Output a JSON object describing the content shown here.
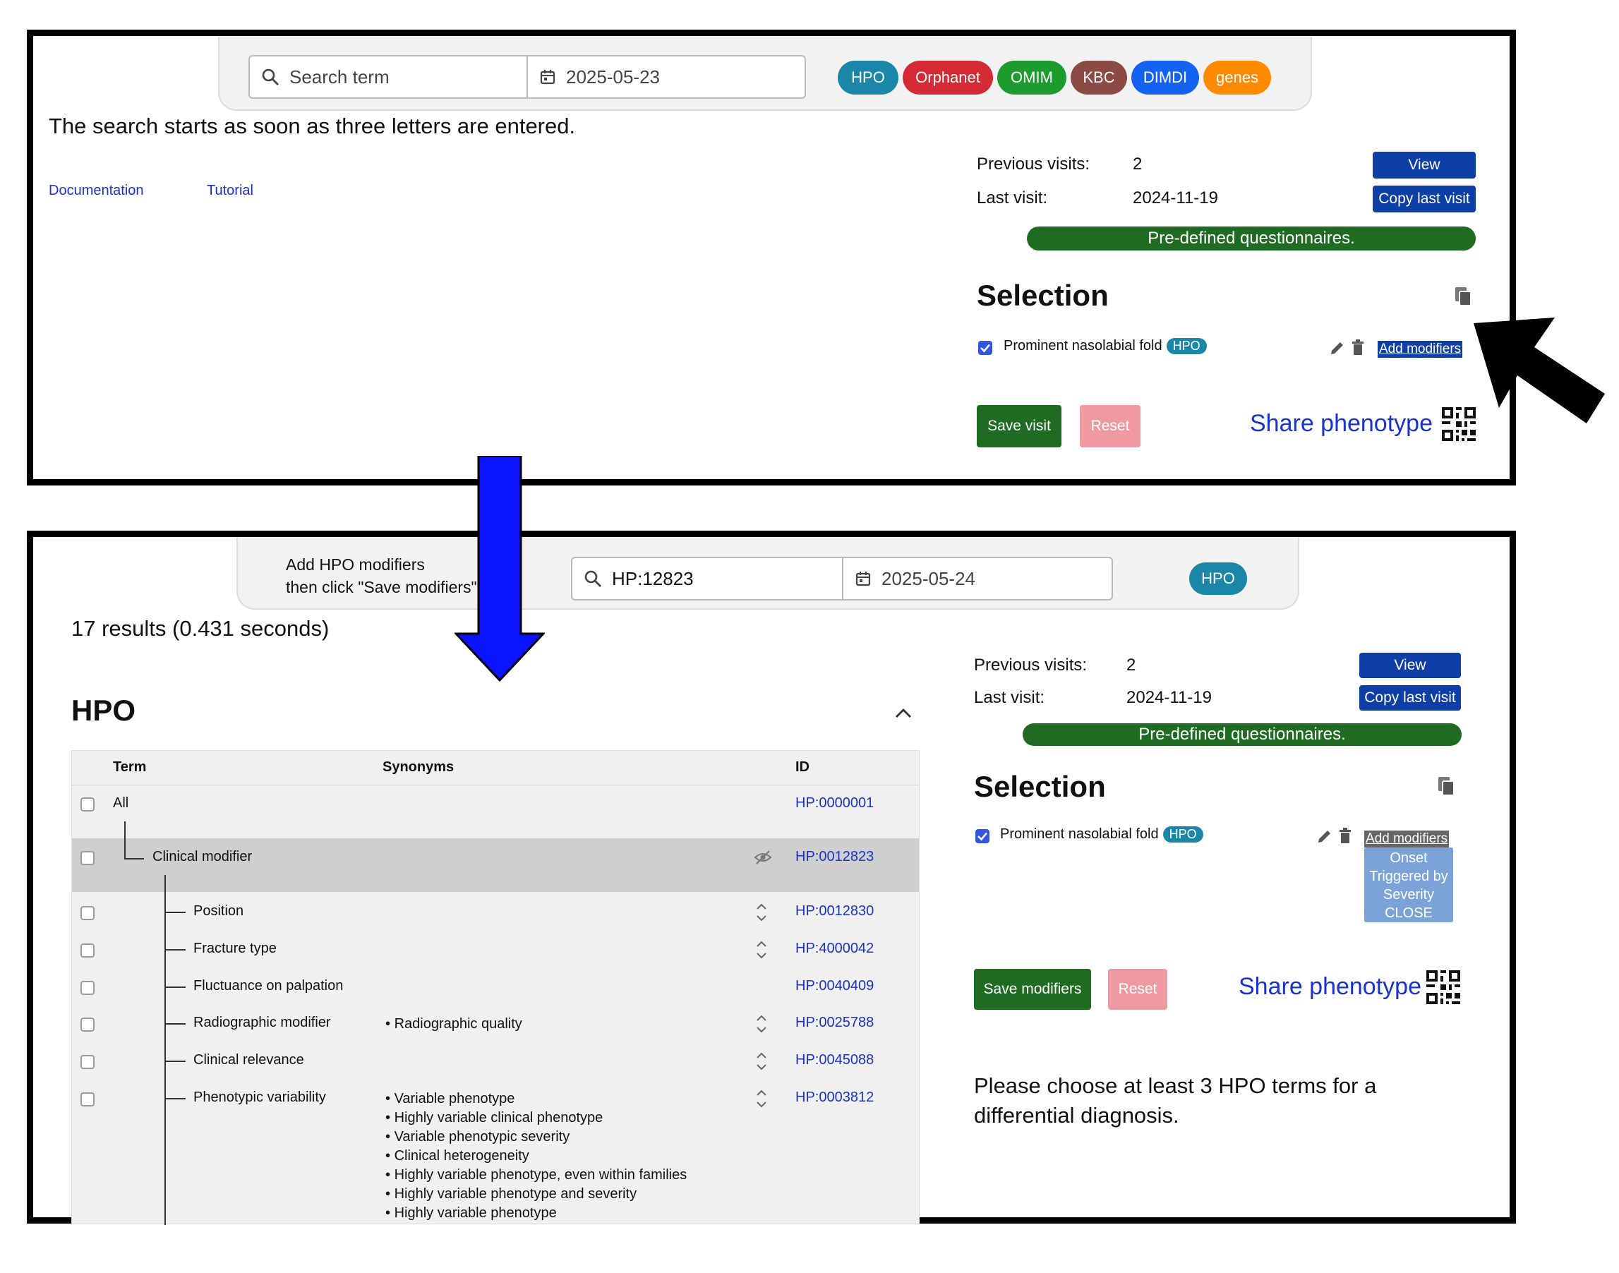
{
  "top": {
    "search_placeholder": "Search term",
    "date": "2025-05-23",
    "pills": [
      {
        "label": "HPO",
        "color": "#1a87a8"
      },
      {
        "label": "Orphanet",
        "color": "#d42a33"
      },
      {
        "label": "OMIM",
        "color": "#1e9b2d"
      },
      {
        "label": "KBC",
        "color": "#8b4a44"
      },
      {
        "label": "DIMDI",
        "color": "#1463f0"
      },
      {
        "label": "genes",
        "color": "#ff8a00"
      }
    ],
    "hint": "The search starts as soon as three letters are entered.",
    "links": {
      "documentation": "Documentation",
      "tutorial": "Tutorial"
    },
    "visits": {
      "prev_label": "Previous visits:",
      "prev_value": "2",
      "last_label": "Last visit:",
      "last_value": "2024-11-19"
    },
    "view_btn": "View",
    "copy_btn": "Copy last visit",
    "questionnaires": "Pre-defined questionnaires.",
    "selection_title": "Selection",
    "selected_term": "Prominent nasolabial fold",
    "term_tag": "HPO",
    "add_modifiers": "Add modifiers",
    "save_btn": "Save visit",
    "reset_btn": "Reset",
    "share": "Share phenotype"
  },
  "bottom": {
    "instruction_line1": "Add HPO modifiers",
    "instruction_line2": "then click \"Save modifiers\"",
    "search_value": "HP:12823",
    "date": "2025-05-24",
    "pill": {
      "label": "HPO",
      "color": "#1a87a8"
    },
    "results": "17 results (0.431 seconds)",
    "section_title": "HPO",
    "table": {
      "headers": {
        "term": "Term",
        "synonyms": "Synonyms",
        "id": "ID"
      },
      "rows": [
        {
          "term": "All",
          "id": "HP:0000001"
        },
        {
          "term": "Clinical modifier",
          "id": "HP:0012823"
        },
        {
          "term": "Position",
          "id": "HP:0012830"
        },
        {
          "term": "Fracture type",
          "id": "HP:4000042"
        },
        {
          "term": "Fluctuance on palpation",
          "id": "HP:0040409"
        },
        {
          "term": "Radiographic modifier",
          "id": "HP:0025788",
          "synonyms": [
            "Radiographic quality"
          ]
        },
        {
          "term": "Clinical relevance",
          "id": "HP:0045088"
        },
        {
          "term": "Phenotypic variability",
          "id": "HP:0003812",
          "synonyms": [
            "Variable phenotype",
            "Highly variable clinical phenotype",
            "Variable phenotypic severity",
            "Clinical heterogeneity",
            "Highly variable phenotype, even within families",
            "Highly variable phenotype and severity",
            "Highly variable phenotype"
          ]
        }
      ]
    },
    "visits": {
      "prev_label": "Previous visits:",
      "prev_value": "2",
      "last_label": "Last visit:",
      "last_value": "2024-11-19"
    },
    "view_btn": "View",
    "copy_btn": "Copy last visit",
    "questionnaires": "Pre-defined questionnaires.",
    "selection_title": "Selection",
    "selected_term": "Prominent nasolabial fold",
    "term_tag": "HPO",
    "add_modifiers": "Add modifiers",
    "modifier_menu": [
      "Onset",
      "Triggered by",
      "Severity",
      "CLOSE"
    ],
    "save_btn": "Save modifiers",
    "reset_btn": "Reset",
    "share": "Share phenotype",
    "message_line1": "Please choose at least 3 HPO terms for a",
    "message_line2": "differential diagnosis."
  }
}
